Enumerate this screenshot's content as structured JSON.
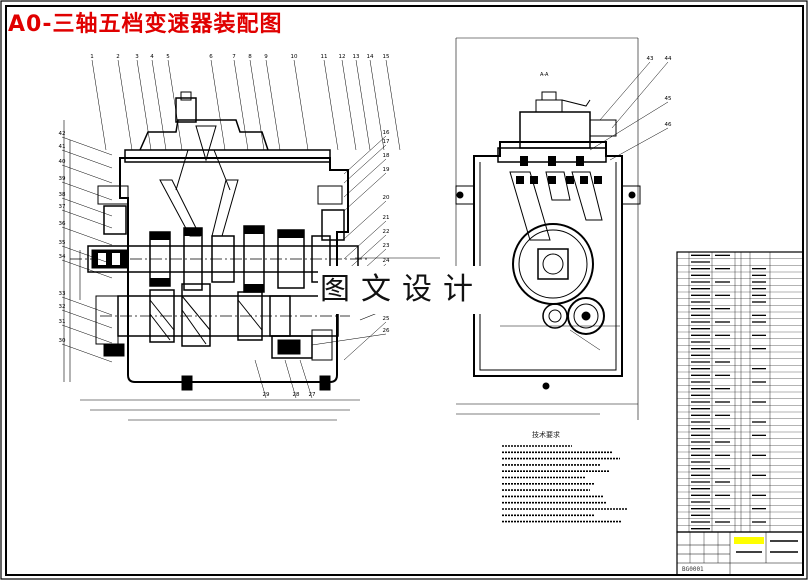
{
  "drawing": {
    "title": "A0-三轴五档变速器装配图",
    "watermark": "图文设计",
    "notes_heading": "技术要求",
    "drawing_number": "BG0001"
  },
  "balloons_main": [
    "1",
    "2",
    "3",
    "4",
    "5",
    "6",
    "7",
    "8",
    "9",
    "10",
    "11",
    "12",
    "13",
    "14",
    "15",
    "16",
    "17",
    "18",
    "19",
    "20",
    "21",
    "22",
    "23",
    "24",
    "25",
    "26",
    "27",
    "28",
    "29",
    "30",
    "31",
    "32",
    "33",
    "34",
    "35",
    "36",
    "37",
    "38",
    "39",
    "40",
    "41",
    "42"
  ],
  "balloons_side": [
    "43",
    "44",
    "45",
    "46"
  ],
  "colors": {
    "title": "#e00000",
    "line": "#000000",
    "highlight": "#ffff00"
  }
}
